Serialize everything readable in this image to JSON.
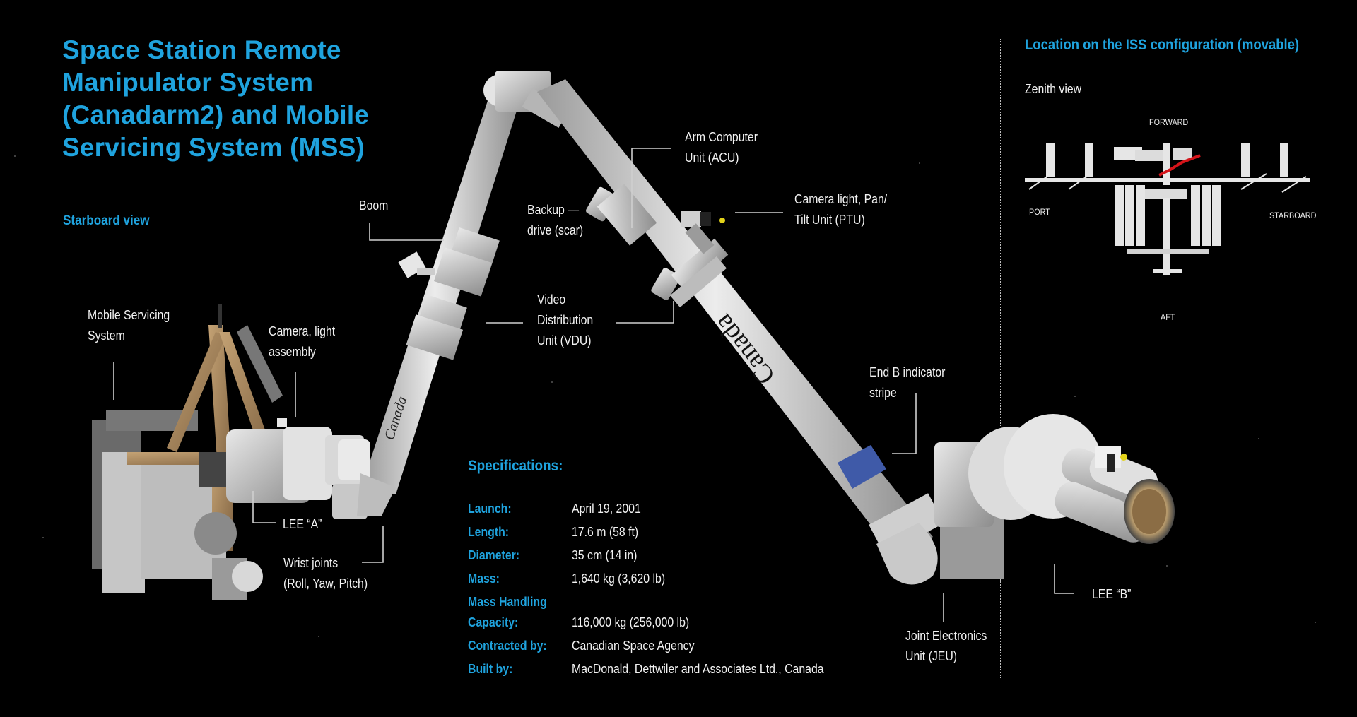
{
  "title": {
    "lines": [
      "Space Station Remote",
      "Manipulator System",
      "(Canadarm2) and Mobile",
      "Servicing System (MSS)"
    ]
  },
  "starboard_view": "Starboard view",
  "colors": {
    "accent_blue": "#1fa3de",
    "background": "#000000",
    "label_white": "#f2f2f2",
    "arm_gray": "#d9d9d9",
    "end_b_stripe": "#3f5aa8",
    "mss_tan": "#a8865a",
    "iss_highlight_red": "#d4141a"
  },
  "callouts": {
    "boom": "Boom",
    "backup_drive": [
      "Backup —",
      "drive (scar)"
    ],
    "arm_computer_unit": [
      "Arm Computer",
      "Unit (ACU)"
    ],
    "camera_light_ptu": [
      "Camera light, Pan/",
      "Tilt Unit (PTU)"
    ],
    "video_distribution_unit": [
      "Video",
      "Distribution",
      "Unit (VDU)"
    ],
    "mobile_servicing_system": [
      "Mobile Servicing",
      "System"
    ],
    "camera_light_assembly": [
      "Camera, light",
      "assembly"
    ],
    "lee_a": "LEE “A”",
    "wrist_joints": [
      "Wrist joints",
      "(Roll, Yaw, Pitch)"
    ],
    "end_b_indicator": [
      "End B indicator",
      "stripe"
    ],
    "joint_electronics_unit": [
      "Joint Electronics",
      "Unit (JEU)"
    ],
    "lee_b": "LEE “B”"
  },
  "arm_markings": {
    "boom_text": "Canada",
    "arm_text": "Canada"
  },
  "specifications": {
    "heading": "Specifications:",
    "rows": [
      {
        "key": "Launch:",
        "value": "April 19, 2001"
      },
      {
        "key": "Length:",
        "value": "17.6 m (58 ft)"
      },
      {
        "key": "Diameter:",
        "value": "35 cm (14 in)"
      },
      {
        "key": "Mass:",
        "value": "1,640 kg (3,620 lb)"
      },
      {
        "key": "Mass Handling",
        "value": ""
      },
      {
        "key": "Capacity:",
        "value": "116,000 kg (256,000 lb)"
      },
      {
        "key": "Contracted by:",
        "value": "Canadian Space Agency"
      },
      {
        "key": "Built by:",
        "value": "MacDonald, Dettwiler and Associates Ltd., Canada"
      }
    ]
  },
  "location_panel": {
    "heading": "Location on the ISS configuration (movable)",
    "view": "Zenith view",
    "directions": {
      "forward": "FORWARD",
      "aft": "AFT",
      "port": "PORT",
      "starboard": "STARBOARD"
    }
  }
}
